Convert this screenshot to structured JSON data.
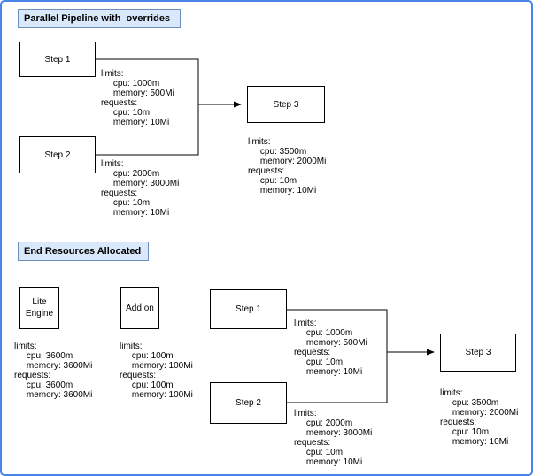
{
  "diagram": {
    "colors": {
      "frame_border": "#4a86e8",
      "title_fill": "#dae8fc",
      "title_border": "#6c8ebf",
      "node_border": "#000000",
      "line_color": "#000000"
    },
    "section1": {
      "title": "Parallel Pipeline with  overrides",
      "nodes": {
        "step1": "Step 1",
        "step2": "Step 2",
        "step3": "Step 3"
      },
      "annotations": {
        "step1": "limits:\n     cpu: 1000m\n     memory: 500Mi\nrequests:\n     cpu: 10m\n     memory: 10Mi",
        "step2": "limits:\n     cpu: 2000m\n     memory: 3000Mi\nrequests:\n     cpu: 10m\n     memory: 10Mi",
        "step3": "limits:\n     cpu: 3500m\n     memory: 2000Mi\nrequests:\n     cpu: 10m\n     memory: 10Mi"
      }
    },
    "section2": {
      "title": "End Resources Allocated",
      "nodes": {
        "lite_engine": "Lite\nEngine",
        "addon": "Add on",
        "step1": "Step 1",
        "step2": "Step 2",
        "step3": "Step 3"
      },
      "annotations": {
        "lite_engine": "limits:\n     cpu: 3600m\n     memory: 3600Mi\nrequests:\n     cpu: 3600m\n     memory: 3600Mi",
        "addon": "limits:\n     cpu: 100m\n     memory: 100Mi\nrequests:\n     cpu: 100m\n     memory: 100Mi",
        "step1": "limits:\n     cpu: 1000m\n     memory: 500Mi\nrequests:\n     cpu: 10m\n     memory: 10Mi",
        "step2": "limits:\n     cpu: 2000m\n     memory: 3000Mi\nrequests:\n     cpu: 10m\n     memory: 10Mi",
        "step3": "limits:\n     cpu: 3500m\n     memory: 2000Mi\nrequests:\n     cpu: 10m\n     memory: 10Mi"
      }
    }
  }
}
